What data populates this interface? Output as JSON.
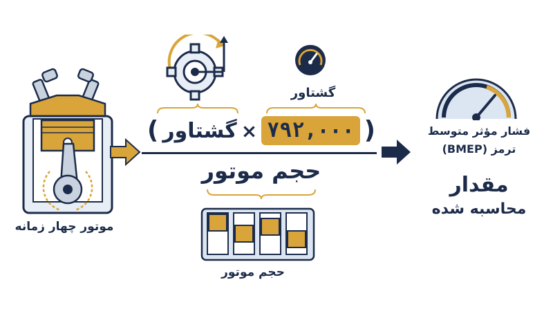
{
  "engine": {
    "caption": "موتور چهار زمانه"
  },
  "formula": {
    "torque_label": "گشتاور",
    "numerator_torque": "گشتاور",
    "times_symbol": "×",
    "constant": "۷۹۲,۰۰۰",
    "open_paren": "(",
    "close_paren": ")",
    "denominator": "حجم موتور",
    "volume_caption": "حجم موتور"
  },
  "result": {
    "label_line1": "فشار مؤثر متوسط",
    "label_line2": "ترمز (BMEP)",
    "value_title": "مقدار",
    "value_subtitle": "محاسبه شده"
  },
  "colors": {
    "navy": "#1c2b4a",
    "gold": "#d9a43a",
    "light_blue": "#dbe6f2"
  },
  "icons": [
    "engine-cutaway-icon",
    "arrow-right-icon",
    "gear-rotation-icon",
    "gauge-icon",
    "cylinders-icon"
  ]
}
